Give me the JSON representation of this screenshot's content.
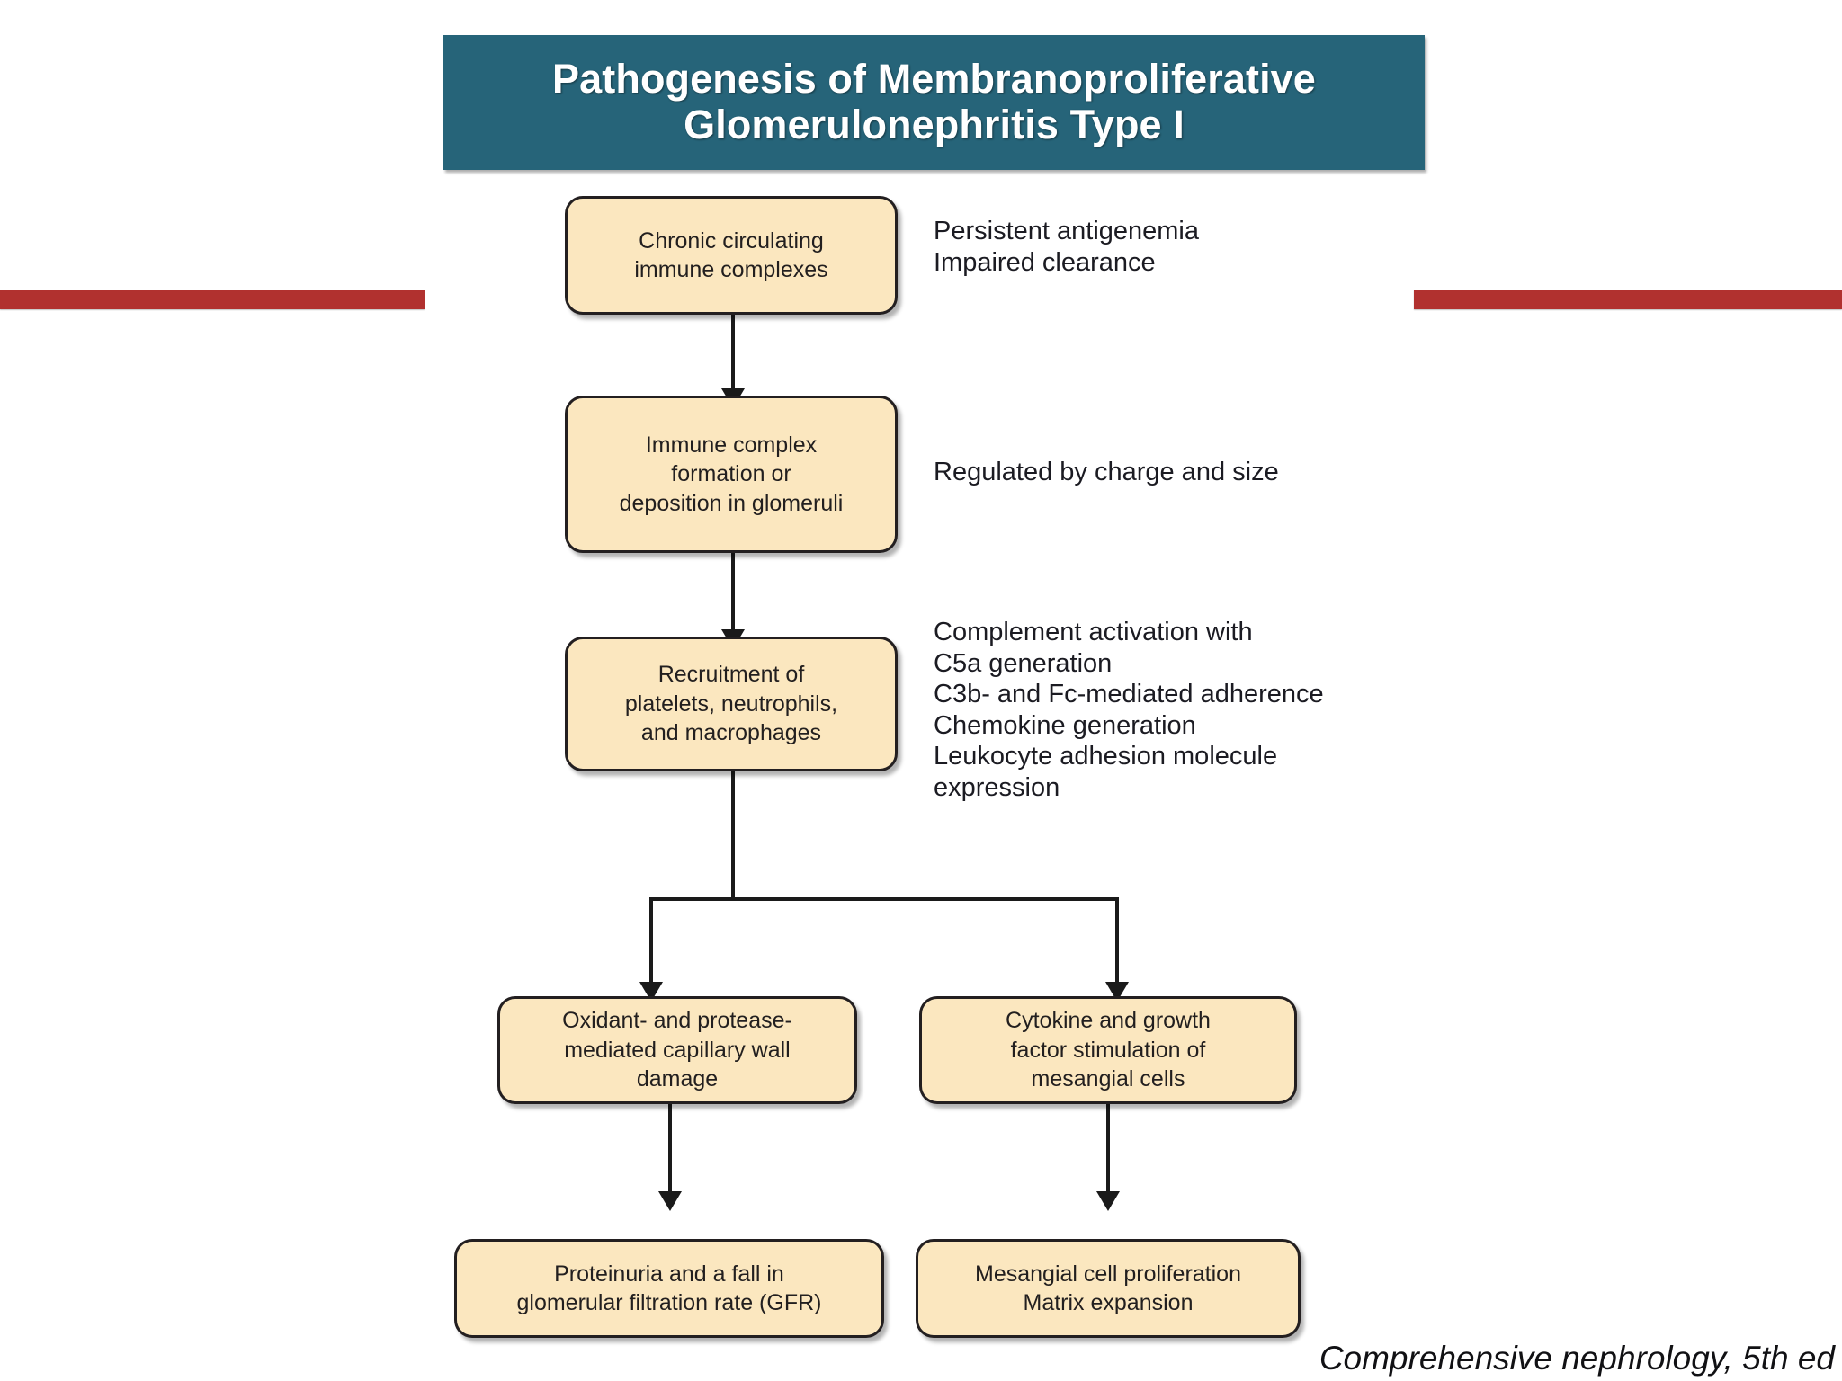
{
  "banner": {
    "title_line1": "Pathogenesis of Membranoproliferative",
    "title_line2": "Glomerulonephritis Type I",
    "background_color": "#266479",
    "text_color": "#ffffff"
  },
  "decor": {
    "rule_color": "#b1312f"
  },
  "theme": {
    "node_fill": "#fbe7bf",
    "node_border": "#231f20",
    "connector_color": "#1a1a1a"
  },
  "flowchart": {
    "type": "flowchart",
    "nodes": [
      {
        "id": "chronic-circulating-immune-complexes",
        "text": "Chronic circulating\nimmune complexes"
      },
      {
        "id": "immune-complex-formation-deposition",
        "text": "Immune complex\nformation or\ndeposition in glomeruli"
      },
      {
        "id": "recruitment-of-leukocytes",
        "text": "Recruitment of\nplatelets, neutrophils,\nand macrophages"
      },
      {
        "id": "oxidant-protease-capillary-wall-damage",
        "text": "Oxidant- and protease-\nmediated capillary wall\ndamage"
      },
      {
        "id": "cytokine-growth-factor-stimulation",
        "text": "Cytokine and growth\nfactor stimulation of\nmesangial cells"
      },
      {
        "id": "proteinuria-gfr-fall",
        "text": "Proteinuria and a fall in\nglomerular filtration rate (GFR)"
      },
      {
        "id": "mesangial-proliferation-matrix-expansion",
        "text": "Mesangial cell proliferation\nMatrix expansion"
      }
    ],
    "annotations": [
      {
        "id": "annotation-antigenemia",
        "text": "Persistent antigenemia\nImpaired clearance"
      },
      {
        "id": "annotation-charge-size",
        "text": "Regulated by charge and size"
      },
      {
        "id": "annotation-complement",
        "text": "Complement activation with\n    C5a generation\nC3b- and Fc-mediated adherence\nChemokine generation\nLeukocyte adhesion molecule\n    expression"
      }
    ],
    "edges": [
      {
        "from": "chronic-circulating-immune-complexes",
        "to": "immune-complex-formation-deposition"
      },
      {
        "from": "immune-complex-formation-deposition",
        "to": "recruitment-of-leukocytes"
      },
      {
        "from": "recruitment-of-leukocytes",
        "to": "oxidant-protease-capillary-wall-damage"
      },
      {
        "from": "recruitment-of-leukocytes",
        "to": "cytokine-growth-factor-stimulation"
      },
      {
        "from": "oxidant-protease-capillary-wall-damage",
        "to": "proteinuria-gfr-fall"
      },
      {
        "from": "cytokine-growth-factor-stimulation",
        "to": "mesangial-proliferation-matrix-expansion"
      }
    ]
  },
  "citation": "Comprehensive nephrology, 5th ed"
}
